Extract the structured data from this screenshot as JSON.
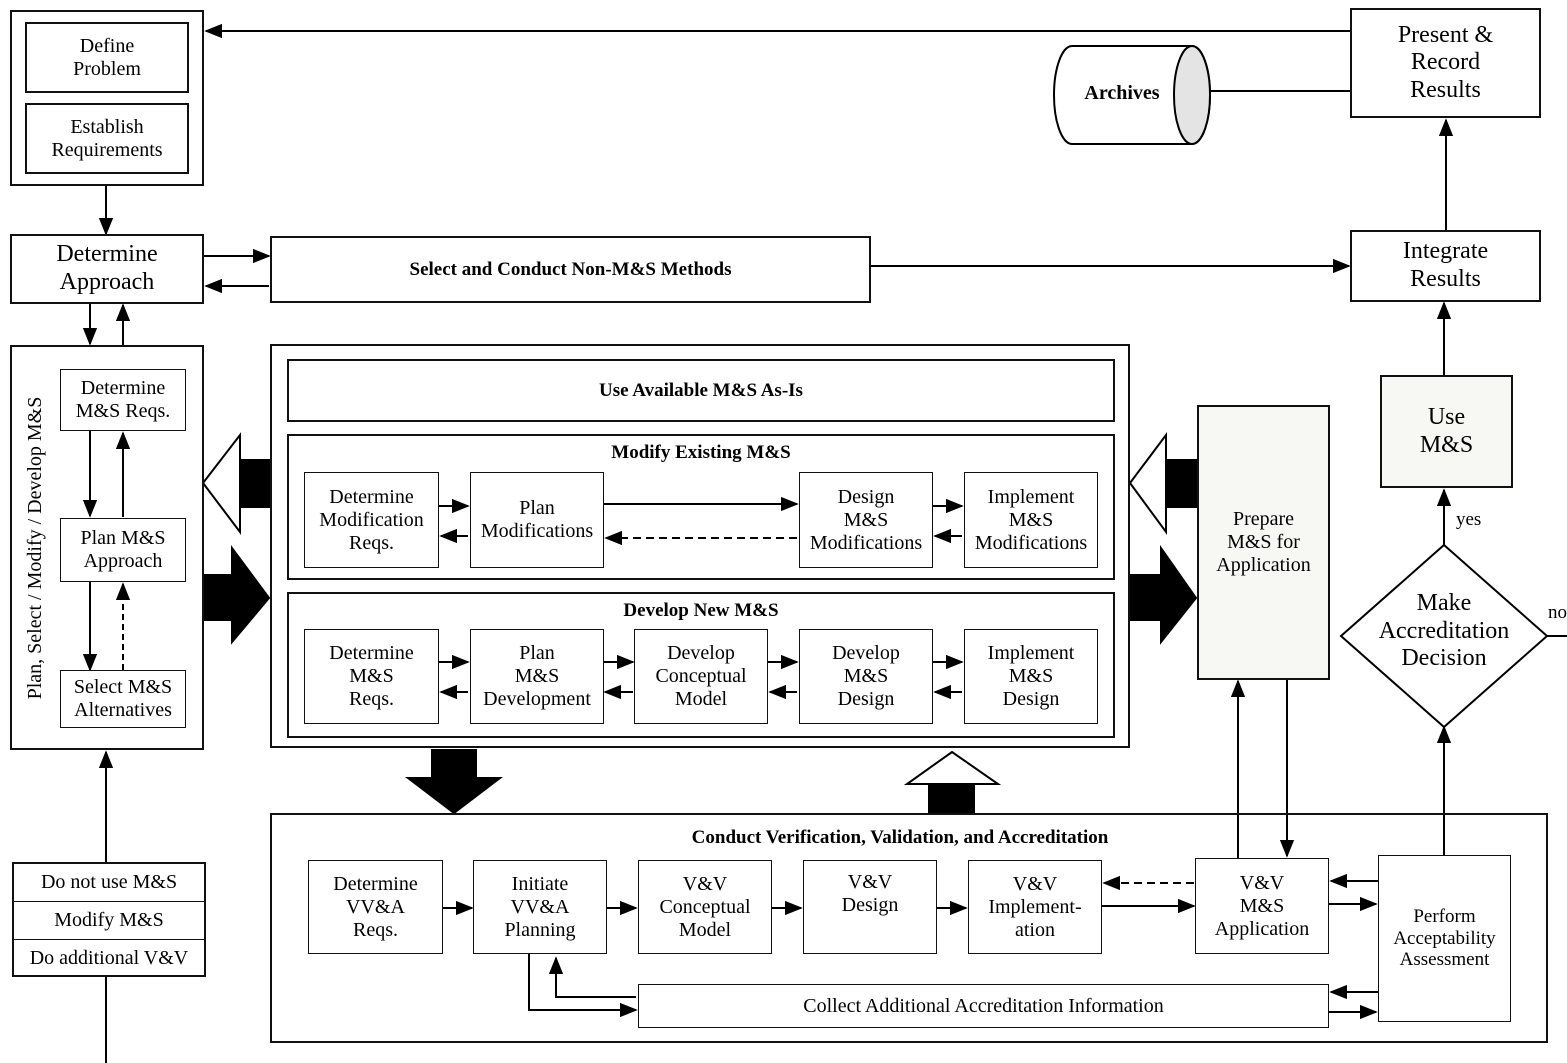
{
  "diagram": {
    "nodes": {
      "define_problem": "Define\nProblem",
      "establish_requirements": "Establish\nRequirements",
      "determine_approach": "Determine\nApproach",
      "select_non_ms": "Select and Conduct Non-M&S Methods",
      "archives": "Archives",
      "present_record": "Present &\nRecord\nResults",
      "integrate_results": "Integrate\nResults",
      "use_ms": "Use\nM&S",
      "make_decision": "Make\nAccreditation\nDecision",
      "plan_group_label": "Plan, Select / Modify / Develop M&S",
      "determine_ms_reqs_left": "Determine\nM&S Reqs.",
      "plan_ms_approach": "Plan M&S\nApproach",
      "select_ms_alternatives": "Select M&S\nAlternatives",
      "use_available": "Use Available M&S As-Is",
      "modify_existing": "Modify Existing M&S",
      "det_mod_reqs": "Determine\nModification\nReqs.",
      "plan_modifications": "Plan\nModifications",
      "design_ms_mods": "Design\nM&S\nModifications",
      "implement_ms_mods": "Implement\nM&S\nModifications",
      "develop_new": "Develop New M&S",
      "det_ms_reqs_new": "Determine\nM&S\nReqs.",
      "plan_ms_dev": "Plan\nM&S\nDevelopment",
      "develop_conceptual": "Develop\nConceptual\nModel",
      "develop_ms_design": "Develop\nM&S\nDesign",
      "implement_ms_design": "Implement\nM&S\nDesign",
      "prepare_ms": "Prepare\nM&S for\nApplication",
      "vva_title": "Conduct Verification, Validation, and Accreditation",
      "det_vva_reqs": "Determine\nVV&A\nReqs.",
      "initiate_vva": "Initiate\nVV&A\nPlanning",
      "vv_conceptual": "V&V\nConceptual\nModel",
      "vv_design": "V&V\nDesign",
      "vv_implementation": "V&V\nImplement-\nation",
      "vv_application": "V&V\nM&S\nApplication",
      "perform_acceptability": "Perform\nAcceptability\nAssessment",
      "collect_info": "Collect  Additional  Accreditation Information",
      "do_not_use": "Do not use M&S",
      "modify_ms_opt": "Modify M&S",
      "do_additional_vv": "Do additional  V&V"
    },
    "edge_labels": {
      "yes": "yes",
      "no": "no"
    }
  }
}
